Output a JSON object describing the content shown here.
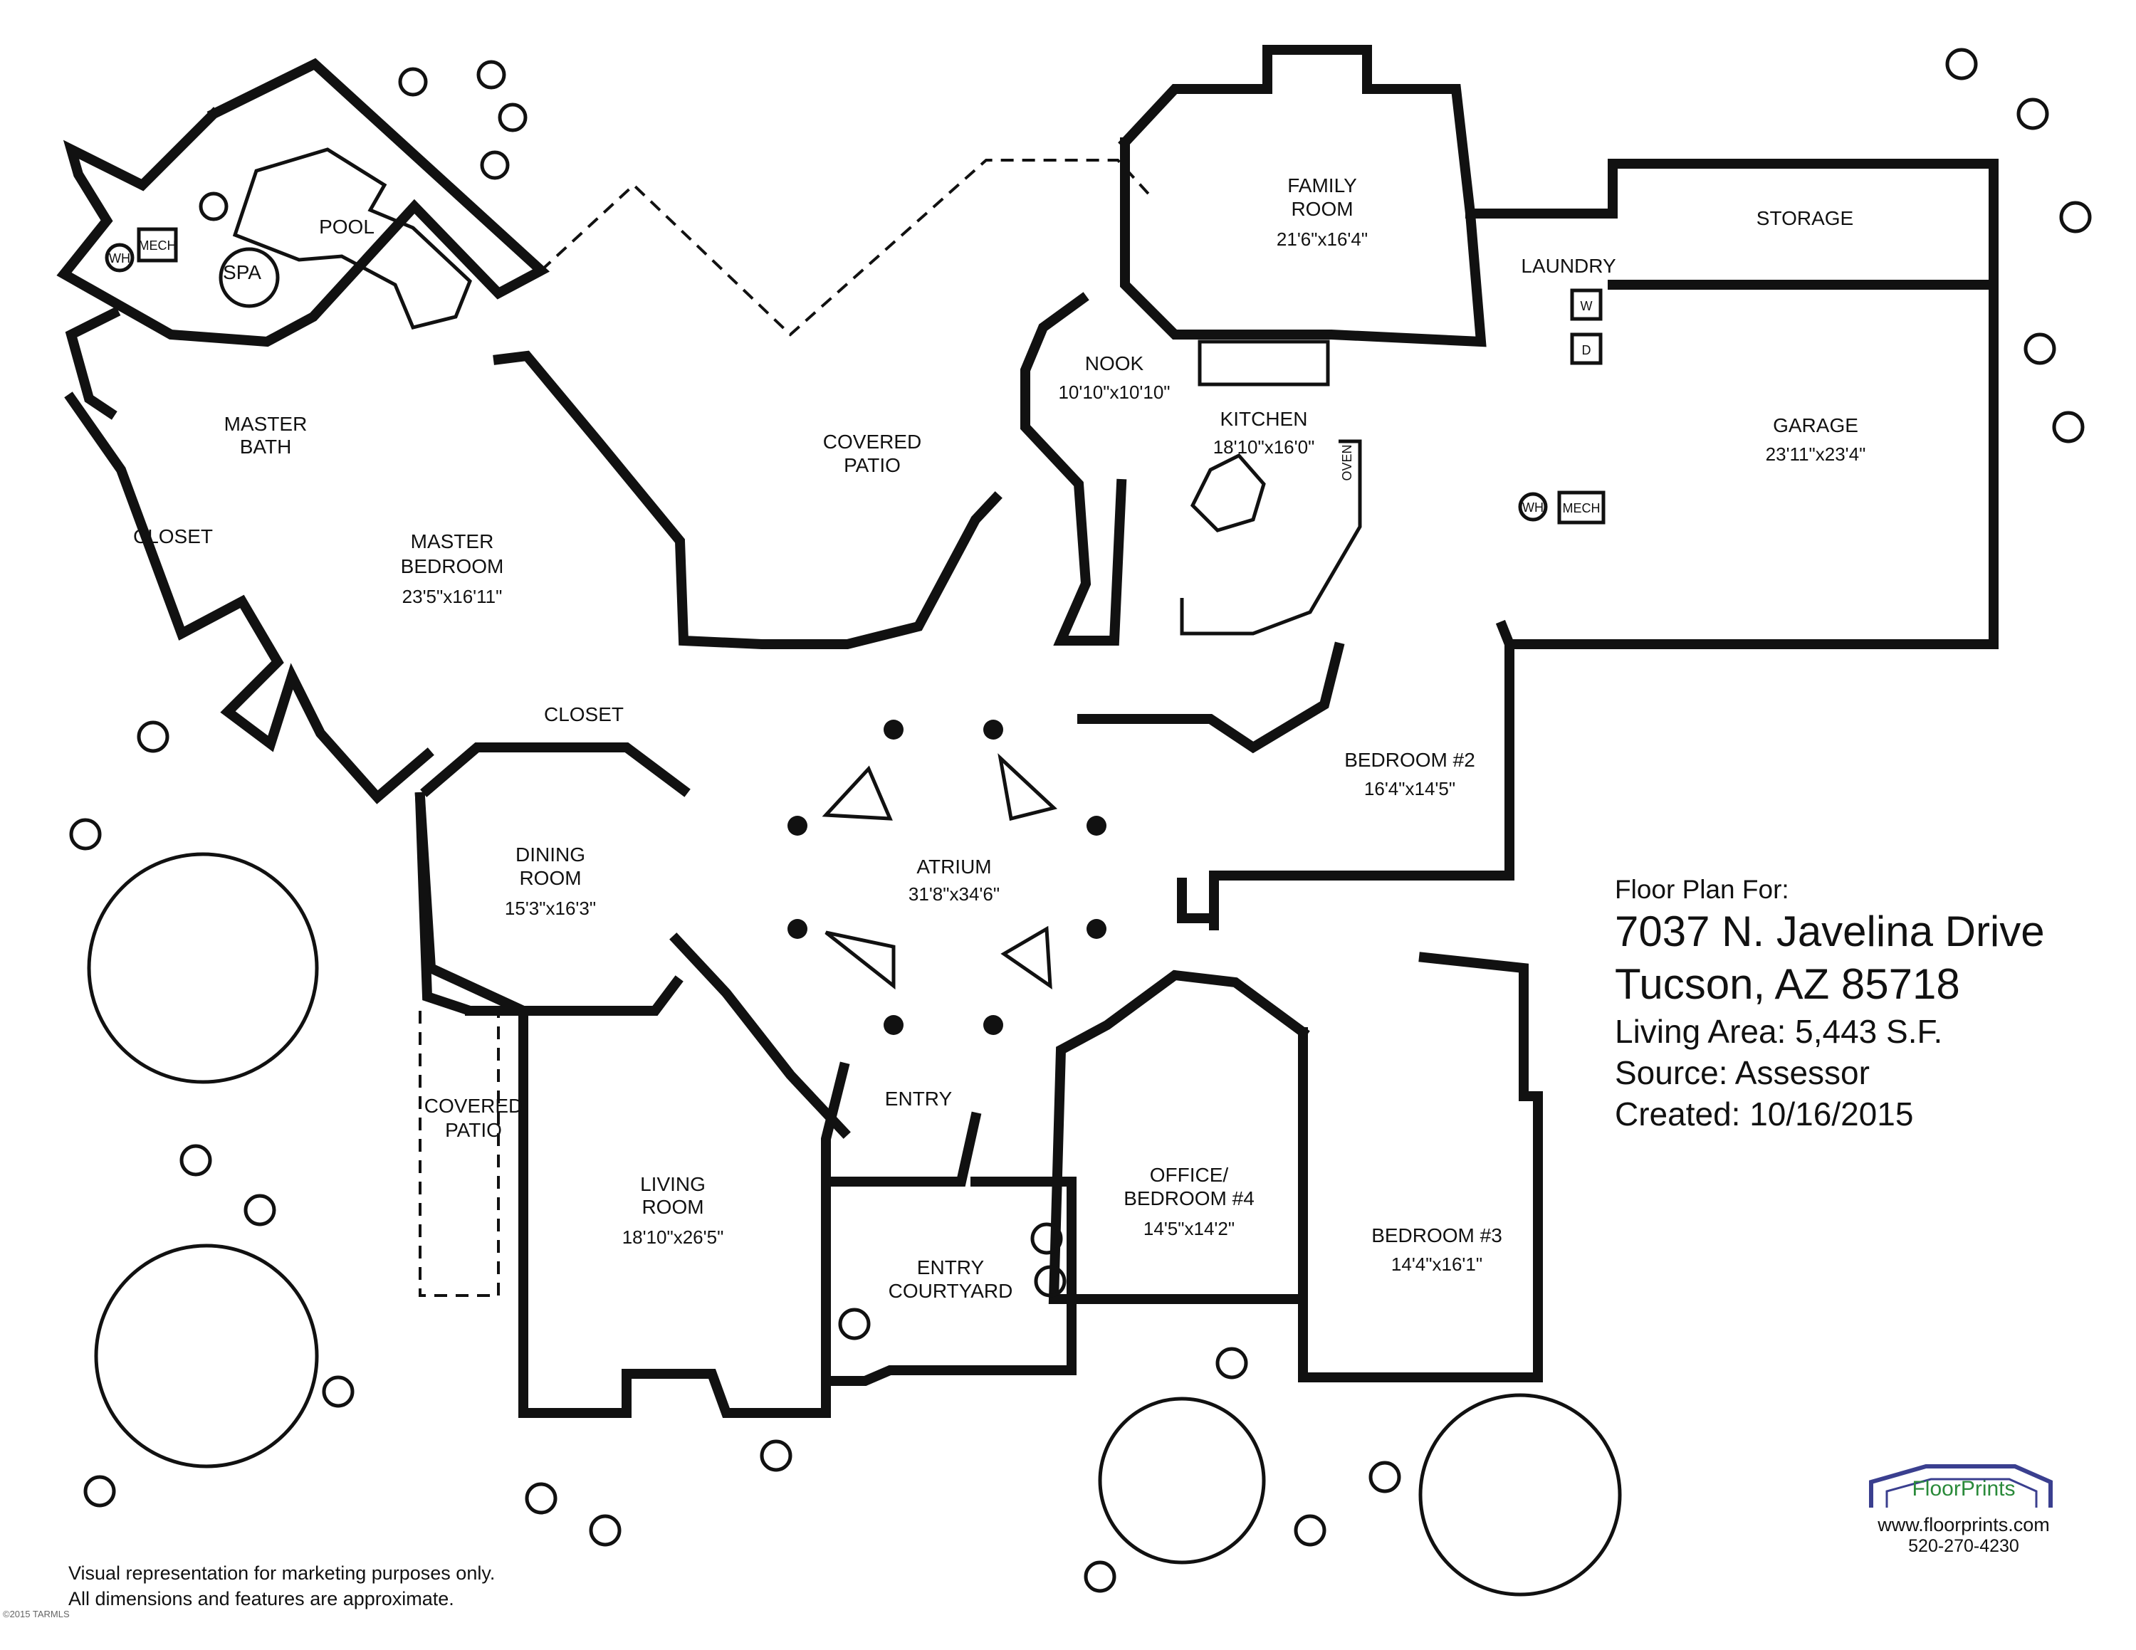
{
  "rooms": {
    "pool": "POOL",
    "spa": "SPA",
    "wh_left": "WH",
    "mech_left": "MECH",
    "master_bath_1": "MASTER",
    "master_bath_2": "BATH",
    "closet_left": "CLOSET",
    "master_bed_1": "MASTER",
    "master_bed_2": "BEDROOM",
    "master_bed_dim": "23'5\"x16'11\"",
    "covered_patio_top_1": "COVERED",
    "covered_patio_top_2": "PATIO",
    "family_1": "FAMILY",
    "family_2": "ROOM",
    "family_dim": "21'6\"x16'4\"",
    "nook": "NOOK",
    "nook_dim": "10'10\"x10'10\"",
    "kitchen": "KITCHEN",
    "kitchen_dim": "18'10\"x16'0\"",
    "oven": "OVEN",
    "laundry": "LAUNDRY",
    "washer": "W",
    "dryer": "D",
    "storage": "STORAGE",
    "garage": "GARAGE",
    "garage_dim": "23'11\"x23'4\"",
    "wh_right": "WH",
    "mech_right": "MECH",
    "closet_mid": "CLOSET",
    "atrium": "ATRIUM",
    "atrium_dim": "31'8\"x34'6\"",
    "bed2": "BEDROOM #2",
    "bed2_dim": "16'4\"x14'5\"",
    "dining_1": "DINING",
    "dining_2": "ROOM",
    "dining_dim": "15'3\"x16'3\"",
    "covered_patio_left_1": "COVERED",
    "covered_patio_left_2": "PATIO",
    "living_1": "LIVING",
    "living_2": "ROOM",
    "living_dim": "18'10\"x26'5\"",
    "entry": "ENTRY",
    "entry_court_1": "ENTRY",
    "entry_court_2": "COURTYARD",
    "office_1": "OFFICE/",
    "office_2": "BEDROOM #4",
    "office_dim": "14'5\"x14'2\"",
    "bed3": "BEDROOM #3",
    "bed3_dim": "14'4\"x16'1\""
  },
  "info": {
    "heading": "Floor Plan For:",
    "address_line1": "7037 N. Javelina Drive",
    "address_line2": "Tucson, AZ 85718",
    "living_area": "Living Area:  5,443 S.F.",
    "source": "Source:  Assessor",
    "created": "Created:  10/16/2015"
  },
  "disclaimer": {
    "line1": "Visual representation for marketing purposes only.",
    "line2": "All dimensions and features are approximate."
  },
  "brand": {
    "name": "FloorPrints",
    "website": "www.floorprints.com",
    "phone": "520-270-4230",
    "logo_color": "#3a3f8f",
    "accent_color": "#2a8a3a"
  },
  "copyright": "©2015 TARMLS"
}
